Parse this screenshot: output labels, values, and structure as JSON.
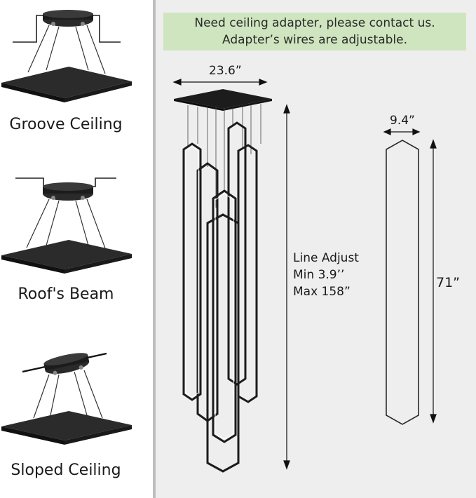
{
  "mounts": [
    {
      "label": "Groove Ceiling"
    },
    {
      "label": "Roof's Beam"
    },
    {
      "label": "Sloped Ceiling"
    }
  ],
  "banner": {
    "line1": "Need ceiling adapter, please contact us.",
    "line2": "Adapter’s wires are adjustable."
  },
  "dimensions": {
    "canopy_width": "23.6”",
    "tube_width": "9.4”",
    "tube_height": "71”"
  },
  "line_adjust": {
    "title": "Line Adjust",
    "min": "Min 3.9’’",
    "max": "Max 158”"
  },
  "colors": {
    "banner_bg": "#cfe5bf",
    "panel_bg": "#eeeeee",
    "fixture": "#1c1c1c"
  }
}
